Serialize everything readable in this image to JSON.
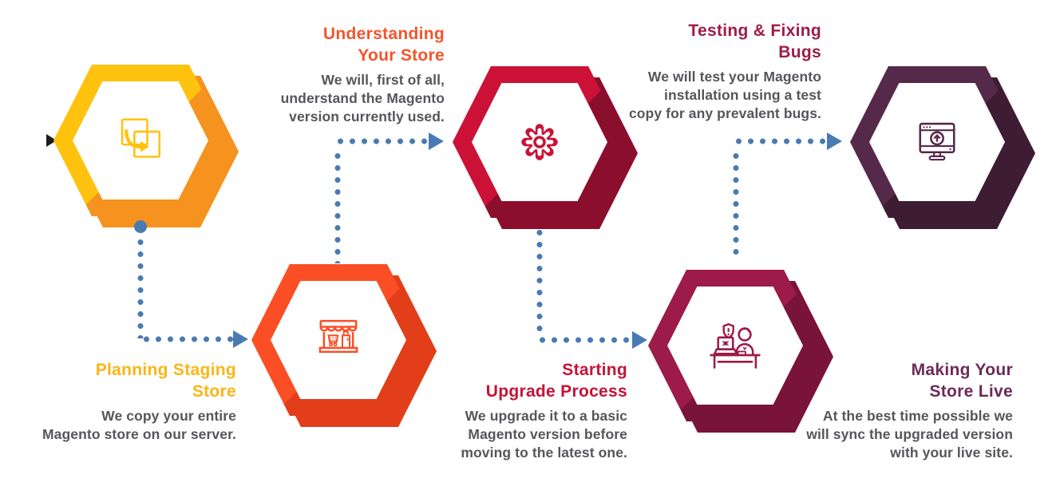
{
  "diagram": {
    "subject": "Magento store upgrade process",
    "step_count": 5,
    "flow": "left-to-right zigzag with dotted arrows"
  },
  "connectors": {
    "color": "#4A7AB2",
    "style": "dotted",
    "arrowhead": "solid right-pointing triangle"
  },
  "text_color_body": "#54565A",
  "steps": [
    {
      "id": "planning-staging-store",
      "icon": "copy-icon",
      "title_lines": [
        "Planning Staging",
        "Store"
      ],
      "desc_lines": [
        "We copy your entire",
        "Magento store on our server."
      ],
      "colors": {
        "hex_main": "#FFC20E",
        "hex_shade": "#F6921E",
        "title": "#FBB615"
      }
    },
    {
      "id": "understanding-your-store",
      "icon": "storefront-icon",
      "title_lines": [
        "Understanding",
        "Your Store"
      ],
      "desc_lines": [
        "We will, first of all,",
        "understand the Magento",
        "version currently used."
      ],
      "colors": {
        "hex_main": "#FB4E24",
        "hex_shade": "#E23E1A",
        "title": "#F4542C"
      }
    },
    {
      "id": "starting-upgrade-process",
      "icon": "gear-icon",
      "title_lines": [
        "Starting",
        "Upgrade Process"
      ],
      "desc_lines": [
        "We upgrade it to a basic",
        "Magento version before",
        "moving to the latest one."
      ],
      "colors": {
        "hex_main": "#CB1236",
        "hex_shade": "#8C0E2D",
        "title": "#C81136"
      }
    },
    {
      "id": "testing-fixing-bugs",
      "icon": "tester-at-desk-icon",
      "title_lines": [
        "Testing & Fixing",
        "Bugs"
      ],
      "desc_lines": [
        "We will test your Magento",
        "installation using a test",
        "copy for any prevalent bugs."
      ],
      "colors": {
        "hex_main": "#9C1B49",
        "hex_shade": "#7A1338",
        "title": "#9D1C49"
      }
    },
    {
      "id": "making-your-store-live",
      "icon": "monitor-upload-icon",
      "title_lines": [
        "Making Your",
        "Store Live"
      ],
      "desc_lines": [
        "At the best time possible we",
        "will sync the upgraded version",
        "with your live site."
      ],
      "colors": {
        "hex_main": "#55294A",
        "hex_shade": "#3E1C34",
        "title": "#6C2B59"
      }
    }
  ]
}
